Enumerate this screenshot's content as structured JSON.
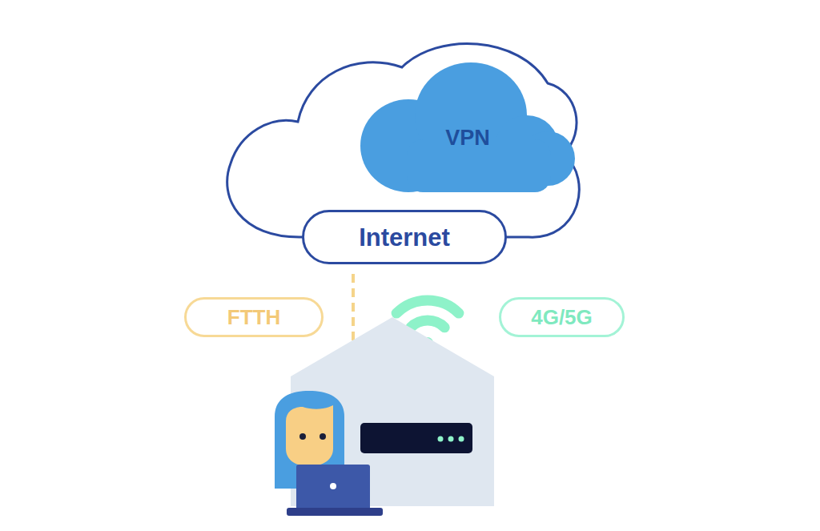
{
  "diagram": {
    "nodes": [
      {
        "text": [
          "VPN"
        ]
      },
      {
        "text": [
          "Internet"
        ]
      },
      {
        "text": [
          "FTTH"
        ]
      },
      {
        "text": [
          "4G/5G"
        ]
      }
    ]
  }
}
